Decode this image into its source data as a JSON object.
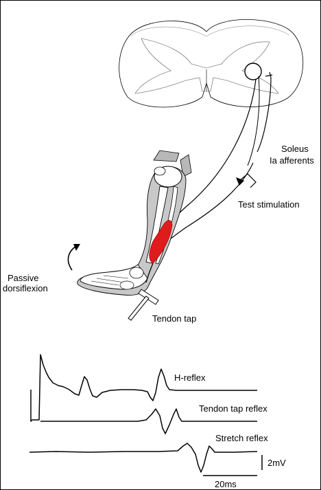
{
  "labels": {
    "soleus_line1": "Soleus",
    "soleus_line2": "Ia afferents",
    "test_stimulation": "Test stimulation",
    "passive_line1": "Passive",
    "passive_line2": "dorsiflexion",
    "tendon_tap": "Tendon tap",
    "h_reflex": "H-reflex",
    "tendon_tap_reflex": "Tendon tap reflex",
    "stretch_reflex": "Stretch reflex",
    "scale_voltage": "2mV",
    "scale_time": "20ms"
  },
  "colors": {
    "ink": "#000000",
    "muscle_red": "#e01b1b",
    "bone_fill": "#ffffff",
    "leg_gray": "#b8b8b8"
  },
  "icons": [
    "curved-arrow-icon",
    "stimulation-arrow-icon",
    "reflex-hammer-icon"
  ]
}
